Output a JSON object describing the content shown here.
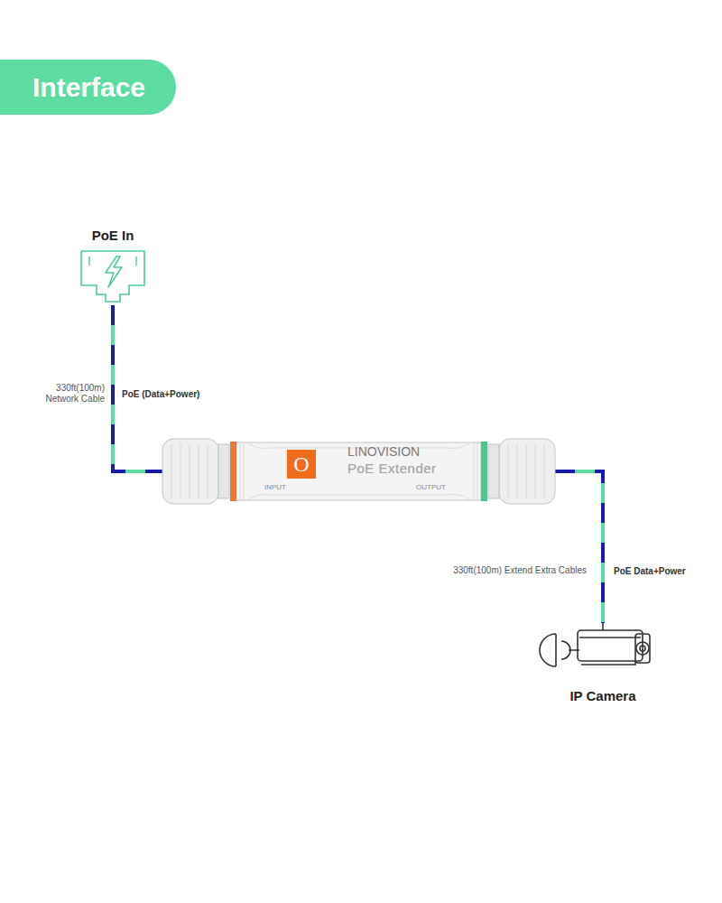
{
  "diagram": {
    "title": "Interface",
    "nodes": [
      {
        "text": [
          "PoE In"
        ]
      },
      {
        "text": [
          "O",
          "LINOVISION",
          "PoE Extender",
          "INPUT",
          "OUTPUT"
        ]
      },
      {
        "text": [
          "IP Camera"
        ]
      }
    ],
    "edges": [
      {
        "from": 0,
        "to": 1,
        "arrow": "none",
        "label": "PoE (Data+Power)"
      },
      {
        "from": 1,
        "to": 2,
        "arrow": "none",
        "label": "PoE Data+Power"
      }
    ],
    "labels": [
      "330ft(100m) Network Cable",
      "330ft(100m) Extend Extra Cables"
    ]
  }
}
